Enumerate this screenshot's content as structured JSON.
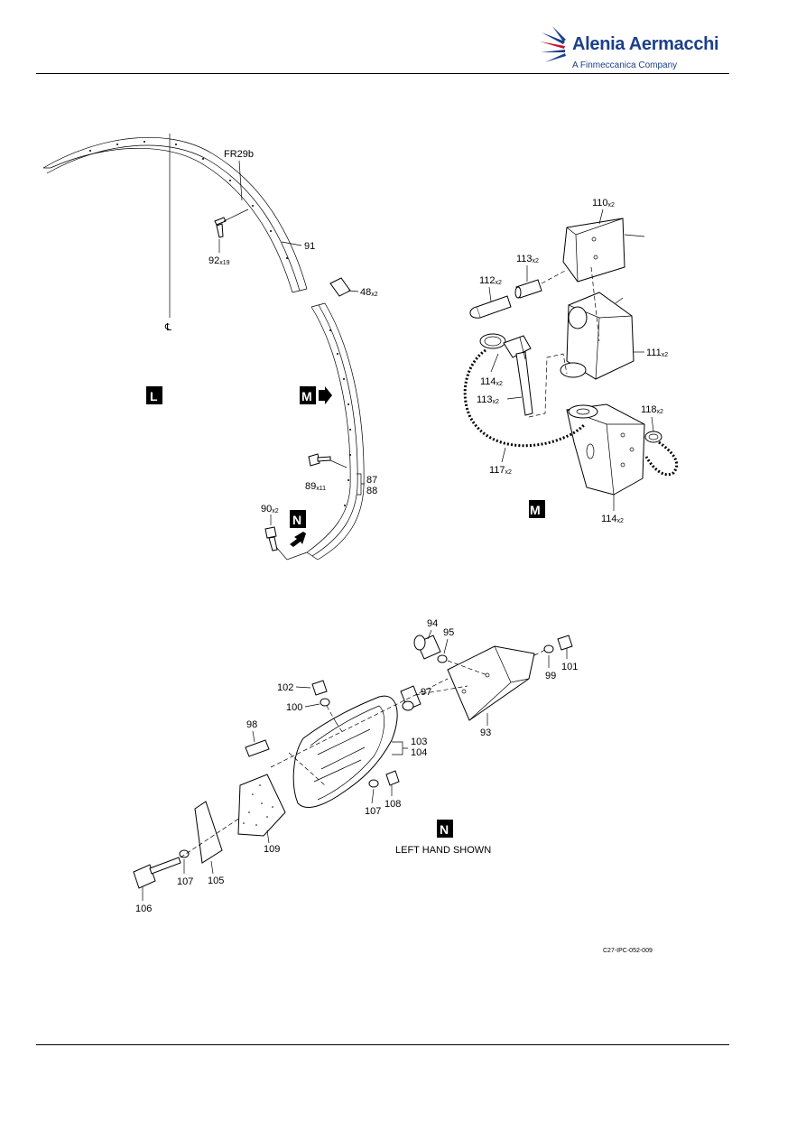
{
  "header": {
    "logo_name": "Alenia Aermacchi",
    "logo_sub": "A Finmeccanica Company",
    "brand_color": "#1b3f8b",
    "accent_color": "#c8102e"
  },
  "figure": {
    "view_l": {
      "letter": "L",
      "frame_label": "FR29b",
      "centerline": "℄",
      "parts": {
        "p91": "91",
        "p92": "92",
        "p92_qty": "x19",
        "p48": "48",
        "p48_qty": "x2",
        "p89": "89",
        "p89_qty": "x11",
        "p87": "87",
        "p88": "88",
        "p90": "90",
        "p90_qty": "x2"
      },
      "ref_m": "M",
      "ref_n": "N"
    },
    "view_m": {
      "letter": "M",
      "parts": {
        "p110": "110",
        "p110_qty": "x2",
        "p113a": "113",
        "p113a_qty": "x2",
        "p112": "112",
        "p112_qty": "x2",
        "p111": "111",
        "p111_qty": "x2",
        "p114a": "114",
        "p114a_qty": "x2",
        "p113b": "113",
        "p113b_qty": "x2",
        "p118": "118",
        "p118_qty": "x2",
        "p117": "117",
        "p117_qty": "x2",
        "p114b": "114",
        "p114b_qty": "x2"
      }
    },
    "view_n": {
      "letter": "N",
      "caption": "LEFT HAND SHOWN",
      "parts": {
        "p94": "94",
        "p95": "95",
        "p99": "99",
        "p101": "101",
        "p102": "102",
        "p97": "97",
        "p100": "100",
        "p93": "93",
        "p98": "98",
        "p103": "103",
        "p104": "104",
        "p107a": "107",
        "p108": "108",
        "p109": "109",
        "p107b": "107",
        "p105": "105",
        "p106": "106"
      }
    },
    "drawing_id": "C27-IPC-052-009"
  }
}
